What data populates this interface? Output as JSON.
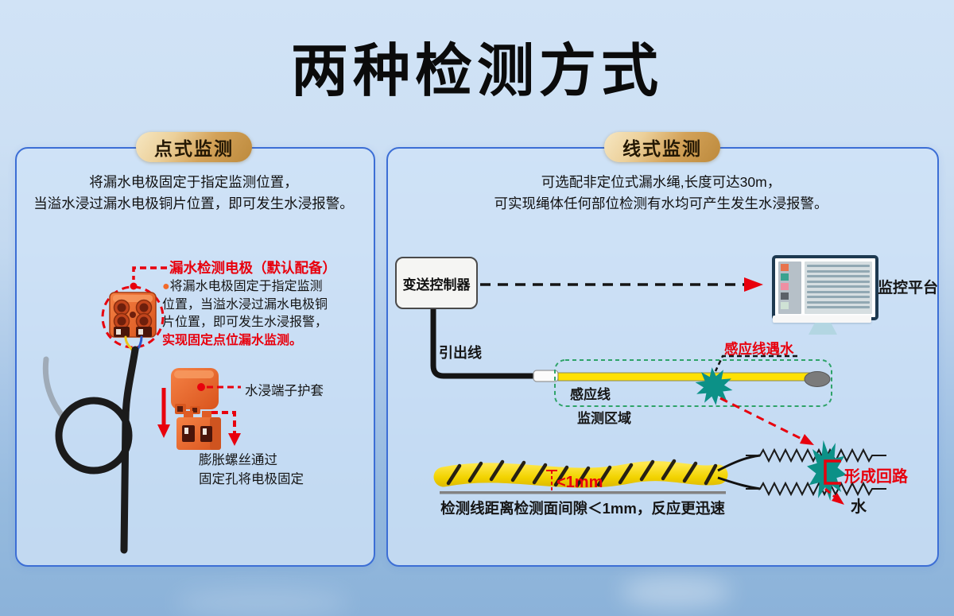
{
  "title": "两种检测方式",
  "left": {
    "badge": "点式监测",
    "intro1": "将漏水电极固定于指定监测位置，",
    "intro2": "当溢水浸过漏水电极铜片位置，即可发生水浸报警。",
    "callout_heading": "漏水检测电极（默认配备）",
    "callout_bullet": "●",
    "callout_line1": "将漏水电极固定于指定监测",
    "callout_line2": "位置，当溢水浸过漏水电极铜",
    "callout_line3": "片位置，即可发生水浸报警，",
    "callout_highlight": "实现固定点位漏水监测。",
    "sleeve_label": "水浸端子护套",
    "screw_line1": "膨胀螺丝通过",
    "screw_line2": "固定孔将电极固定"
  },
  "right": {
    "badge": "线式监测",
    "intro1": "可选配非定位式漏水绳,长度可达30m，",
    "intro2": "可实现绳体任何部位检测有水均可产生发生水浸报警。",
    "controller": "变送控制器",
    "platform": "监控平台",
    "lead_wire": "引出线",
    "sensing_line": "感应线",
    "zone": "监测区域",
    "wet_alert": "感应线遇水",
    "gap": "<1mm",
    "caption": "检测线距离检测面间隙＜1mm，反应更迅速",
    "loop": "形成回路",
    "water": "水"
  },
  "colors": {
    "accent_red": "#e8000d",
    "badge_gold": "#c89246",
    "panel_border": "#3c6ed5",
    "teal_water": "#0c9187",
    "rope_yellow": "#f2d300",
    "orange_device": "#e8622b",
    "monitor_navy": "#1d3950"
  }
}
